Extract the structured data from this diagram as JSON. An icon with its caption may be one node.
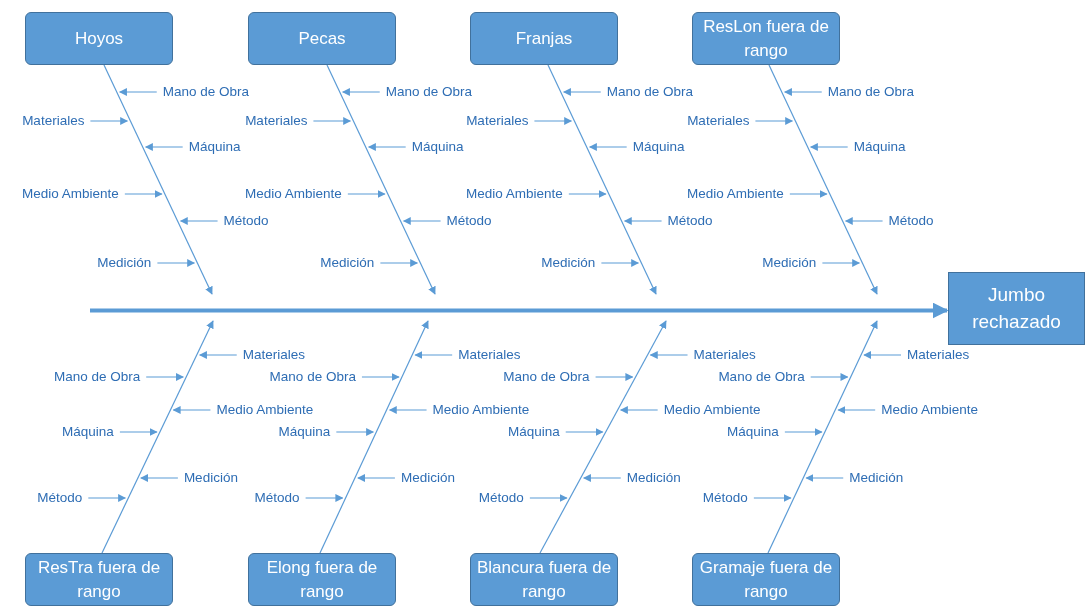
{
  "diagram": {
    "nodes": [
      {
        "text": [
          "Hoyos"
        ]
      },
      {
        "text": [
          "Pecas"
        ]
      },
      {
        "text": [
          "Franjas"
        ]
      },
      {
        "text": [
          "ResLon fuera de rango"
        ]
      },
      {
        "text": [
          "Jumbo rechazado"
        ]
      },
      {
        "text": [
          "ResTra fuera de rango"
        ]
      },
      {
        "text": [
          "Elong fuera de rango"
        ]
      },
      {
        "text": [
          "Blancura fuera de rango"
        ]
      },
      {
        "text": [
          "Gramaje fuera de rango"
        ]
      },
      {
        "text": [
          "Mano de Obra"
        ]
      },
      {
        "text": [
          "Materiales"
        ]
      },
      {
        "text": [
          "Máquina"
        ]
      },
      {
        "text": [
          "Medio Ambiente"
        ]
      },
      {
        "text": [
          "Método"
        ]
      },
      {
        "text": [
          "Medición"
        ]
      },
      {
        "text": [
          "Mano de Obra"
        ]
      },
      {
        "text": [
          "Materiales"
        ]
      },
      {
        "text": [
          "Máquina"
        ]
      },
      {
        "text": [
          "Medio Ambiente"
        ]
      },
      {
        "text": [
          "Método"
        ]
      },
      {
        "text": [
          "Medición"
        ]
      },
      {
        "text": [
          "Mano de Obra"
        ]
      },
      {
        "text": [
          "Materiales"
        ]
      },
      {
        "text": [
          "Máquina"
        ]
      },
      {
        "text": [
          "Medio Ambiente"
        ]
      },
      {
        "text": [
          "Método"
        ]
      },
      {
        "text": [
          "Medición"
        ]
      },
      {
        "text": [
          "Mano de Obra"
        ]
      },
      {
        "text": [
          "Materiales"
        ]
      },
      {
        "text": [
          "Máquina"
        ]
      },
      {
        "text": [
          "Medio Ambiente"
        ]
      },
      {
        "text": [
          "Método"
        ]
      },
      {
        "text": [
          "Medición"
        ]
      },
      {
        "text": [
          "Materiales"
        ]
      },
      {
        "text": [
          "Mano de Obra"
        ]
      },
      {
        "text": [
          "Medio Ambiente"
        ]
      },
      {
        "text": [
          "Máquina"
        ]
      },
      {
        "text": [
          "Medición"
        ]
      },
      {
        "text": [
          "Método"
        ]
      },
      {
        "text": [
          "Materiales"
        ]
      },
      {
        "text": [
          "Mano de Obra"
        ]
      },
      {
        "text": [
          "Medio Ambiente"
        ]
      },
      {
        "text": [
          "Máquina"
        ]
      },
      {
        "text": [
          "Medición"
        ]
      },
      {
        "text": [
          "Método"
        ]
      },
      {
        "text": [
          "Materiales"
        ]
      },
      {
        "text": [
          "Mano de Obra"
        ]
      },
      {
        "text": [
          "Medio Ambiente"
        ]
      },
      {
        "text": [
          "Máquina"
        ]
      },
      {
        "text": [
          "Medición"
        ]
      },
      {
        "text": [
          "Método"
        ]
      },
      {
        "text": [
          "Materiales"
        ]
      },
      {
        "text": [
          "Mano de Obra"
        ]
      },
      {
        "text": [
          "Medio Ambiente"
        ]
      },
      {
        "text": [
          "Máquina"
        ]
      },
      {
        "text": [
          "Medición"
        ]
      },
      {
        "text": [
          "Método"
        ]
      }
    ],
    "edges": [
      {
        "from": null,
        "to": 4,
        "arrow": "to",
        "style": "thick"
      },
      {
        "from": 0,
        "to": null,
        "arrow": "to"
      },
      {
        "from": 1,
        "to": null,
        "arrow": "to"
      },
      {
        "from": 2,
        "to": null,
        "arrow": "to"
      },
      {
        "from": 3,
        "to": null,
        "arrow": "to"
      },
      {
        "from": 5,
        "to": null,
        "arrow": "to"
      },
      {
        "from": 6,
        "to": null,
        "arrow": "to"
      },
      {
        "from": 7,
        "to": null,
        "arrow": "to"
      },
      {
        "from": 8,
        "to": null,
        "arrow": "to"
      },
      {
        "from": 9,
        "to": 0,
        "arrow": "to"
      },
      {
        "from": 10,
        "to": null,
        "arrow": "to"
      },
      {
        "from": 11,
        "to": null,
        "arrow": "to"
      },
      {
        "from": 12,
        "to": null,
        "arrow": "to"
      },
      {
        "from": 13,
        "to": null,
        "arrow": "to"
      },
      {
        "from": 14,
        "to": null,
        "arrow": "to"
      },
      {
        "from": 15,
        "to": 1,
        "arrow": "to"
      },
      {
        "from": 16,
        "to": null,
        "arrow": "to"
      },
      {
        "from": 17,
        "to": null,
        "arrow": "to"
      },
      {
        "from": 18,
        "to": null,
        "arrow": "to"
      },
      {
        "from": 19,
        "to": null,
        "arrow": "to"
      },
      {
        "from": 20,
        "to": null,
        "arrow": "to"
      },
      {
        "from": 21,
        "to": 2,
        "arrow": "to"
      },
      {
        "from": 22,
        "to": null,
        "arrow": "to"
      },
      {
        "from": 23,
        "to": null,
        "arrow": "to"
      },
      {
        "from": 24,
        "to": null,
        "arrow": "to"
      },
      {
        "from": 25,
        "to": null,
        "arrow": "to"
      },
      {
        "from": 26,
        "to": null,
        "arrow": "to"
      },
      {
        "from": 27,
        "to": 3,
        "arrow": "to"
      },
      {
        "from": 28,
        "to": null,
        "arrow": "to"
      },
      {
        "from": 29,
        "to": null,
        "arrow": "to"
      },
      {
        "from": 30,
        "to": null,
        "arrow": "to"
      },
      {
        "from": 31,
        "to": null,
        "arrow": "to"
      },
      {
        "from": 32,
        "to": null,
        "arrow": "to"
      },
      {
        "from": 33,
        "to": null,
        "arrow": "to"
      },
      {
        "from": 34,
        "to": null,
        "arrow": "to"
      },
      {
        "from": 35,
        "to": null,
        "arrow": "to"
      },
      {
        "from": 36,
        "to": null,
        "arrow": "to"
      },
      {
        "from": 37,
        "to": null,
        "arrow": "to"
      },
      {
        "from": 38,
        "to": null,
        "arrow": "to"
      },
      {
        "from": 39,
        "to": null,
        "arrow": "to"
      },
      {
        "from": 40,
        "to": null,
        "arrow": "to"
      },
      {
        "from": 41,
        "to": null,
        "arrow": "to"
      },
      {
        "from": 42,
        "to": null,
        "arrow": "to"
      },
      {
        "from": 43,
        "to": null,
        "arrow": "to"
      },
      {
        "from": 44,
        "to": null,
        "arrow": "to"
      },
      {
        "from": 45,
        "to": null,
        "arrow": "to"
      },
      {
        "from": 46,
        "to": null,
        "arrow": "to"
      },
      {
        "from": 47,
        "to": null,
        "arrow": "to"
      },
      {
        "from": 48,
        "to": null,
        "arrow": "to"
      },
      {
        "from": 49,
        "to": null,
        "arrow": "to"
      },
      {
        "from": 50,
        "to": null,
        "arrow": "to"
      },
      {
        "from": 51,
        "to": null,
        "arrow": "to"
      },
      {
        "from": 52,
        "to": null,
        "arrow": "to"
      },
      {
        "from": 53,
        "to": null,
        "arrow": "to"
      },
      {
        "from": 54,
        "to": null,
        "arrow": "to"
      },
      {
        "from": 55,
        "to": null,
        "arrow": "to"
      },
      {
        "from": 56,
        "to": null,
        "arrow": "to"
      }
    ]
  }
}
